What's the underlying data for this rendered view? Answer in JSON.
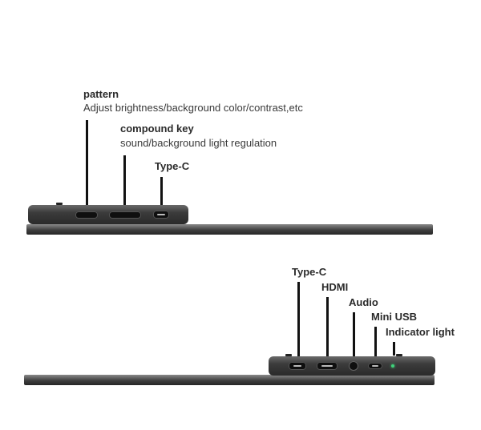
{
  "top_view": {
    "pattern": {
      "title": "pattern",
      "description": "Adjust  brightness/background color/contrast,etc"
    },
    "compound_key": {
      "title": "compound key",
      "description": "sound/background light regulation"
    },
    "type_c": {
      "title": "Type-C"
    }
  },
  "side_view": {
    "type_c": "Type-C",
    "hdmi": "HDMI",
    "audio": "Audio",
    "mini_usb": "Mini USB",
    "indicator_light": "Indicator light"
  },
  "colors": {
    "body": "#2a2a2a",
    "leader": "#111111",
    "indicator": "#3fd27a"
  }
}
